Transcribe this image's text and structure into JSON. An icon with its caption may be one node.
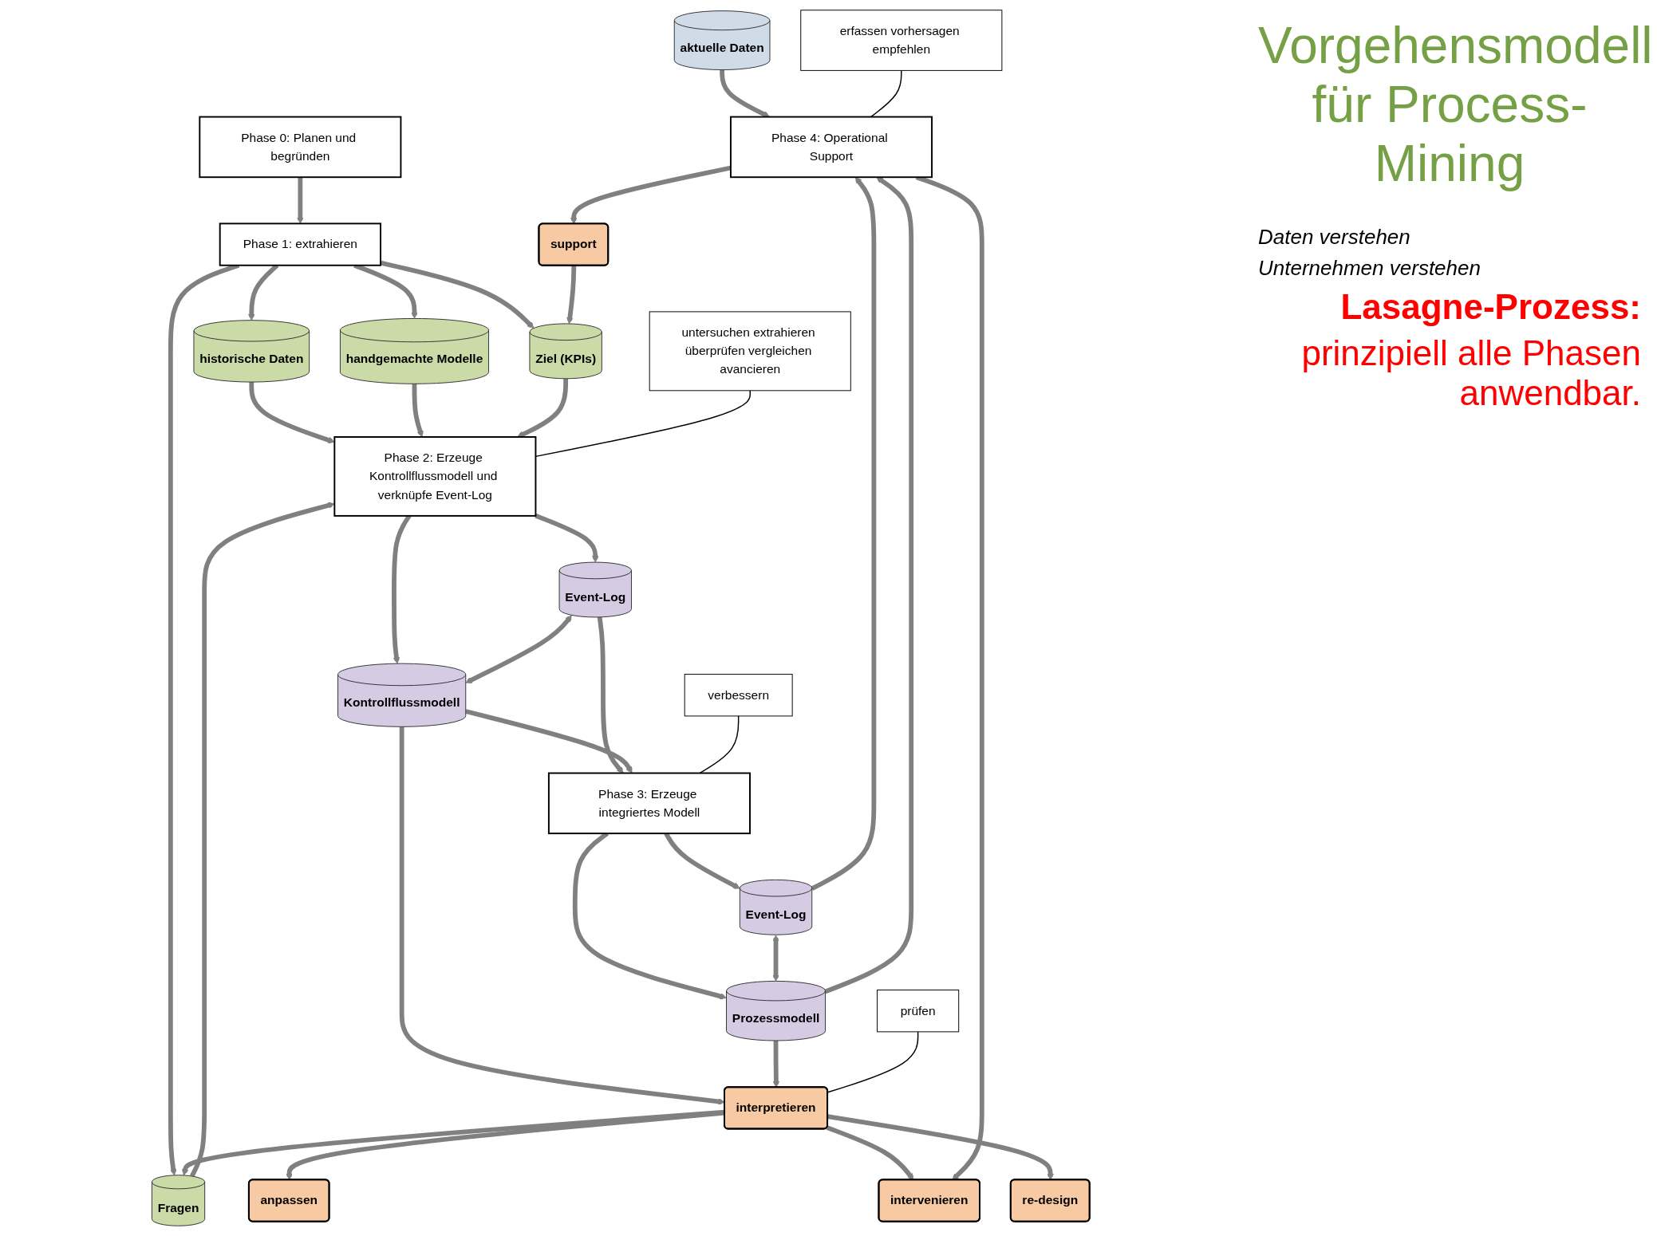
{
  "diagram": {
    "title": "Vorgehensmodell für Process-Mining",
    "nodes": [
      {
        "text": [
          "Phase 0: Planen und begründen"
        ]
      },
      {
        "text": [
          "Phase 1: extrahieren"
        ]
      },
      {
        "text": [
          "historische Daten"
        ]
      },
      {
        "text": [
          "handgemachte Modelle"
        ]
      },
      {
        "text": [
          "Ziel (KPIs)"
        ]
      },
      {
        "text": [
          "Fragen"
        ]
      },
      {
        "text": [
          "Phase 2: Erzeuge Kontrollflussmodell und verknüpfe Event-Log"
        ]
      },
      {
        "text": [
          "Event-Log"
        ]
      },
      {
        "text": [
          "Kontrollflussmodell"
        ]
      },
      {
        "text": [
          "Phase 3: Erzeuge integriertes Modell"
        ]
      },
      {
        "text": [
          "Event-Log"
        ]
      },
      {
        "text": [
          "Prozessmodell"
        ]
      },
      {
        "text": [
          "aktuelle Daten"
        ]
      },
      {
        "text": [
          "Phase 4: Operational Support"
        ]
      },
      {
        "text": [
          "interpretieren"
        ]
      },
      {
        "text": [
          "re-design"
        ]
      },
      {
        "text": [
          "anpassen"
        ]
      },
      {
        "text": [
          "intervenieren"
        ]
      },
      {
        "text": [
          "support"
        ]
      },
      {
        "text": [
          "untersuchen extrahieren überprüfen vergleichen avancieren"
        ]
      },
      {
        "text": [
          "verbessern"
        ]
      },
      {
        "text": [
          "erfassen vorhersagen empfehlen"
        ]
      },
      {
        "text": [
          "prüfen"
        ]
      }
    ],
    "edges": [
      {
        "from": 0,
        "to": 1,
        "arrow": "to"
      },
      {
        "from": 1,
        "to": 2,
        "arrow": "to"
      },
      {
        "from": 1,
        "to": 3,
        "arrow": "to"
      },
      {
        "from": 1,
        "to": 4,
        "arrow": "to"
      },
      {
        "from": 1,
        "to": 5,
        "arrow": "to"
      },
      {
        "from": 2,
        "to": 6,
        "arrow": "to"
      },
      {
        "from": 3,
        "to": 6,
        "arrow": "to"
      },
      {
        "from": 4,
        "to": 6,
        "arrow": "to"
      },
      {
        "from": 5,
        "to": 6,
        "arrow": "to"
      },
      {
        "from": 6,
        "to": 7,
        "arrow": "to"
      },
      {
        "from": 6,
        "to": 8,
        "arrow": "to"
      },
      {
        "from": 7,
        "to": 8,
        "arrow": "both"
      },
      {
        "from": 7,
        "to": 9,
        "arrow": "to"
      },
      {
        "from": 8,
        "to": 9,
        "arrow": "to"
      },
      {
        "from": 9,
        "to": 10,
        "arrow": "to"
      },
      {
        "from": 9,
        "to": 11,
        "arrow": "to"
      },
      {
        "from": 10,
        "to": 11,
        "arrow": "both"
      },
      {
        "from": 12,
        "to": 13,
        "arrow": "to"
      },
      {
        "from": 10,
        "to": 13,
        "arrow": "to"
      },
      {
        "from": 11,
        "to": 13,
        "arrow": "to"
      },
      {
        "from": 8,
        "to": 14,
        "arrow": "to"
      },
      {
        "from": 11,
        "to": 14,
        "arrow": "to"
      },
      {
        "from": 14,
        "to": 15,
        "arrow": "to"
      },
      {
        "from": 14,
        "to": 16,
        "arrow": "to"
      },
      {
        "from": 14,
        "to": 17,
        "arrow": "to"
      },
      {
        "from": 14,
        "to": 5,
        "arrow": "to"
      },
      {
        "from": 18,
        "to": 4,
        "arrow": "to"
      },
      {
        "from": 13,
        "to": 17,
        "arrow": "to"
      },
      {
        "from": 13,
        "to": 18,
        "arrow": "to"
      },
      {
        "from": 19,
        "to": 6,
        "arrow": "none",
        "color": "#000000"
      },
      {
        "from": 20,
        "to": 9,
        "arrow": "none",
        "color": "#000000"
      },
      {
        "from": 21,
        "to": 13,
        "arrow": "none",
        "color": "#000000"
      },
      {
        "from": 22,
        "to": 14,
        "arrow": "none",
        "color": "#000000"
      }
    ],
    "labels": [
      "Daten verstehen",
      "Unternehmen verstehen",
      "Lasagne-Prozess:",
      "prinzipiell alle Phasen anwendbar."
    ]
  }
}
